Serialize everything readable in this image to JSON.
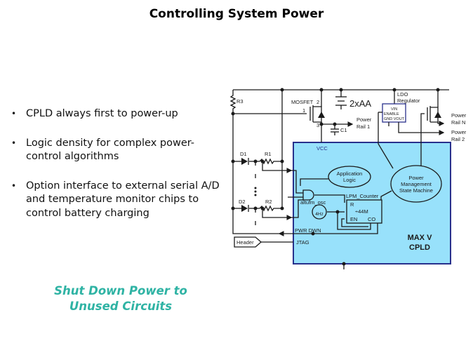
{
  "slide": {
    "title": "Controlling System Power",
    "bullets": [
      "CPLD always first to power-up",
      "Logic density for complex power-control algorithms",
      "Option interface to external serial A/D and temperature monitor chips to control battery charging"
    ],
    "bullet_glyph": "•",
    "tagline_line1": "Shut Down Power to",
    "tagline_line2": "Unused Circuits"
  },
  "diagram": {
    "colors": {
      "cpld_fill": "#98e1fb",
      "cpld_border": "#28308c",
      "wire": "#1a1a1a",
      "tagline": "#2fb3a4"
    },
    "labels": {
      "r3": "R3",
      "mosfet": "MOSFET",
      "pin1": "1",
      "pin2": "2",
      "pin3": "3",
      "battery": "2xAA",
      "c1": "C1",
      "power_rail_1_a": "Power",
      "power_rail_1_b": "Rail 1",
      "ldo_a": "LDO",
      "ldo_b": "Regulator",
      "ldo_vin": "VIN",
      "ldo_enable": "ENABLE",
      "ldo_gnd_vout": "GND VOUT",
      "power_rail_n_a": "Power",
      "power_rail_n_b": "Rail N",
      "power_rail_2_a": "Power",
      "power_rail_2_b": "Rail 2",
      "vcc": "VCC",
      "d1": "D1",
      "r1": "R1",
      "d2": "D2",
      "r2": "R2",
      "app_logic_a": "Application",
      "app_logic_b": "Logic",
      "pmsm_a": "Power",
      "pmsm_b": "Management",
      "pmsm_c": "State Machine",
      "osc_name": "altufm_osc",
      "osc_freq": "4Hz",
      "counter_name": "LPM_Counter",
      "counter_r": "R",
      "counter_div": "÷44M",
      "counter_en": "EN",
      "counter_co": "CO",
      "pwr_dwn": "PWR DWN",
      "header": "Header",
      "jtag": "JTAG",
      "cpld_a": "MAX V",
      "cpld_b": "CPLD"
    }
  }
}
